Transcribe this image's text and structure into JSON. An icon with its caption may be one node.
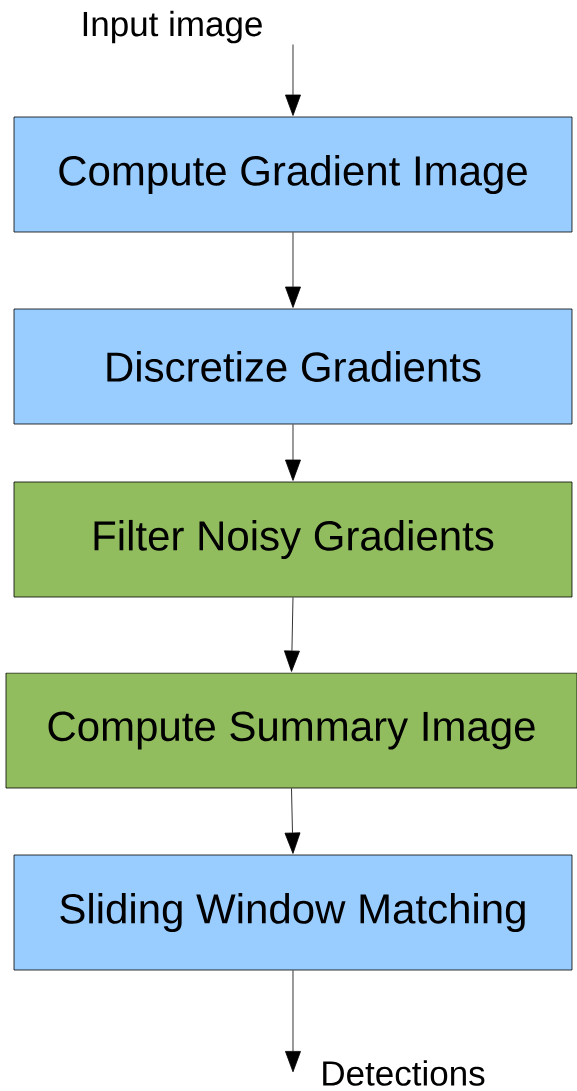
{
  "diagram": {
    "nodes": [
      {
        "text": [
          "Input image"
        ]
      },
      {
        "text": [
          "Compute Gradient Image"
        ]
      },
      {
        "text": [
          "Discretize Gradients"
        ]
      },
      {
        "text": [
          "Filter Noisy Gradients"
        ]
      },
      {
        "text": [
          "Compute Summary Image"
        ]
      },
      {
        "text": [
          "Sliding Window Matching"
        ]
      },
      {
        "text": [
          "Detections"
        ]
      }
    ],
    "edges": [
      {
        "from": 0,
        "to": 1,
        "arrow": "to"
      },
      {
        "from": 1,
        "to": 2,
        "arrow": "to"
      },
      {
        "from": 2,
        "to": 3,
        "arrow": "to"
      },
      {
        "from": 3,
        "to": 4,
        "arrow": "to"
      },
      {
        "from": 4,
        "to": 5,
        "arrow": "to"
      },
      {
        "from": 5,
        "to": 6,
        "arrow": "to"
      }
    ]
  }
}
